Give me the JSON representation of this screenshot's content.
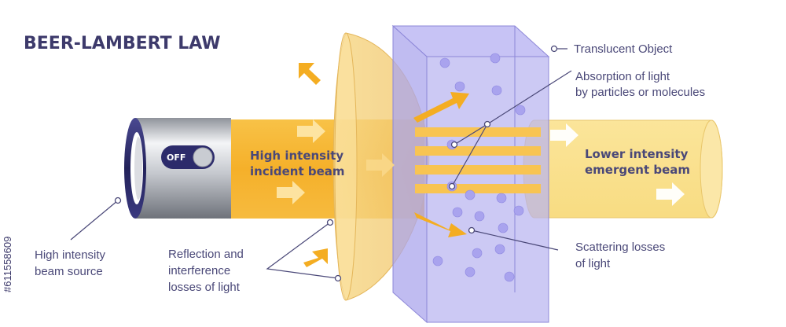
{
  "title": "BEER-LAMBERT LAW",
  "switch_label": "OFF",
  "beams": {
    "incident_line1": "High intensity",
    "incident_line2": "incident beam",
    "emergent_line1": "Lower intensity",
    "emergent_line2": "emergent beam"
  },
  "labels": {
    "translucent_object": "Translucent Object",
    "absorption_line1": "Absorption of light",
    "absorption_line2": "by particles or molecules",
    "source_line1": "High intensity",
    "source_line2": "beam source",
    "reflection_line1": "Reflection and",
    "reflection_line2": "interference",
    "reflection_line3": "losses of light",
    "scattering_line1": "Scattering losses",
    "scattering_line2": "of light"
  },
  "watermark": "#611558609",
  "colors": {
    "title": "#3d3a6b",
    "incident_beam": "#f7b733",
    "emergent_beam": "#fbe79a",
    "object": "#b8b4f0",
    "particles": "#a9a3ee",
    "flashlight_body": "#c9ccd2",
    "flashlight_cap": "#2c2b6b"
  }
}
